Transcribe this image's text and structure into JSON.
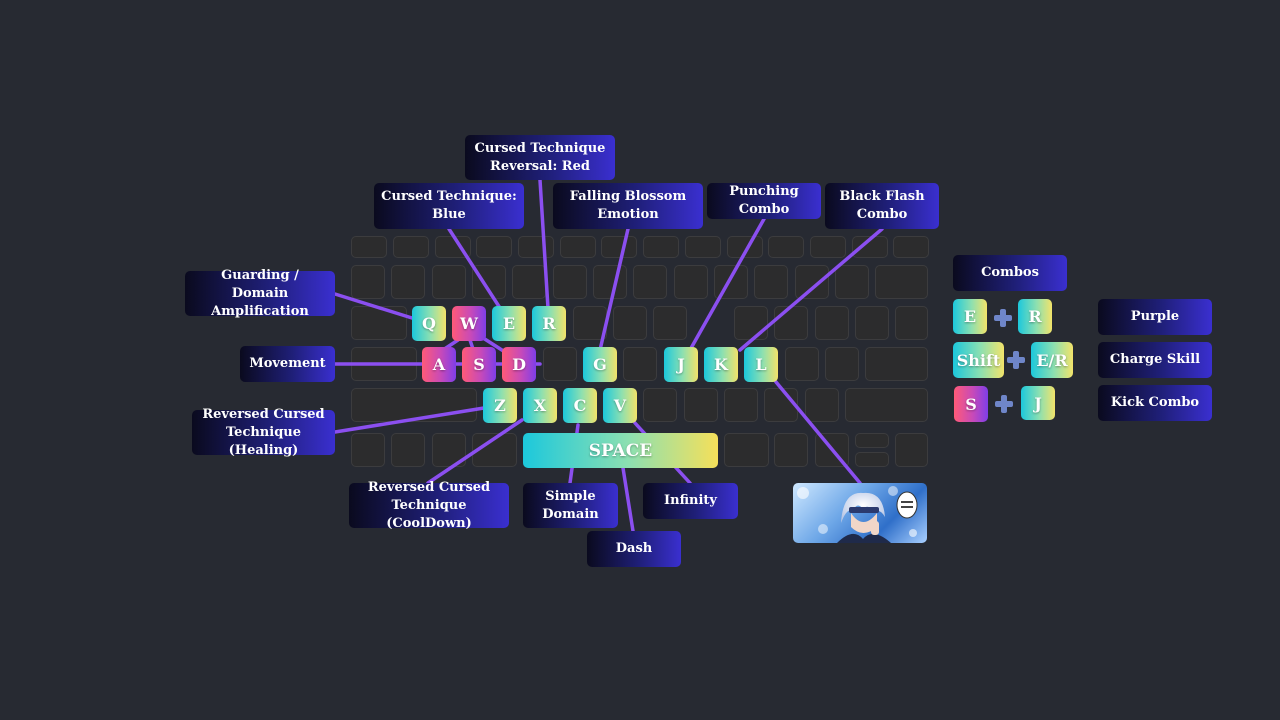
{
  "keys": {
    "q": "Q",
    "w": "W",
    "e": "E",
    "r": "R",
    "a": "A",
    "s": "S",
    "d": "D",
    "g": "G",
    "j": "J",
    "k": "K",
    "l": "L",
    "z": "Z",
    "x": "X",
    "c": "C",
    "v": "V",
    "space": "SPACE"
  },
  "labels": {
    "red": "Cursed Technique\nReversal: Red",
    "blue": "Cursed Technique:\nBlue",
    "falling_blossom": "Falling Blossom\nEmotion",
    "punching_combo": "Punching Combo",
    "black_flash": "Black Flash\nCombo",
    "guarding": "Guarding /\nDomain Amplification",
    "movement": "Movement",
    "reversed_healing": "Reversed Cursed\nTechnique (Healing)",
    "reversed_cooldown": "Reversed Cursed\nTechnique (CoolDown)",
    "simple_domain": "Simple\nDomain",
    "infinity": "Infinity",
    "dash": "Dash"
  },
  "combos": {
    "title": "Combos",
    "rows": [
      {
        "keys": [
          "E",
          "R"
        ],
        "name": "Purple"
      },
      {
        "keys": [
          "Shift",
          "E/R"
        ],
        "name": "Charge Skill"
      },
      {
        "keys": [
          "S",
          "J"
        ],
        "name": "Kick Combo"
      }
    ]
  },
  "colors": {
    "background": "#272a32",
    "line": "#8b4ff0",
    "key_gradient_cyan_yellow": [
      "#1cc8dc",
      "#f2e36a"
    ],
    "key_gradient_pink_purple": [
      "#ff5a78",
      "#7f3ee8"
    ],
    "label_gradient": [
      "#0a0a1e",
      "#3a2fd0"
    ]
  },
  "image": {
    "description_icon": "gojo-character-art"
  }
}
